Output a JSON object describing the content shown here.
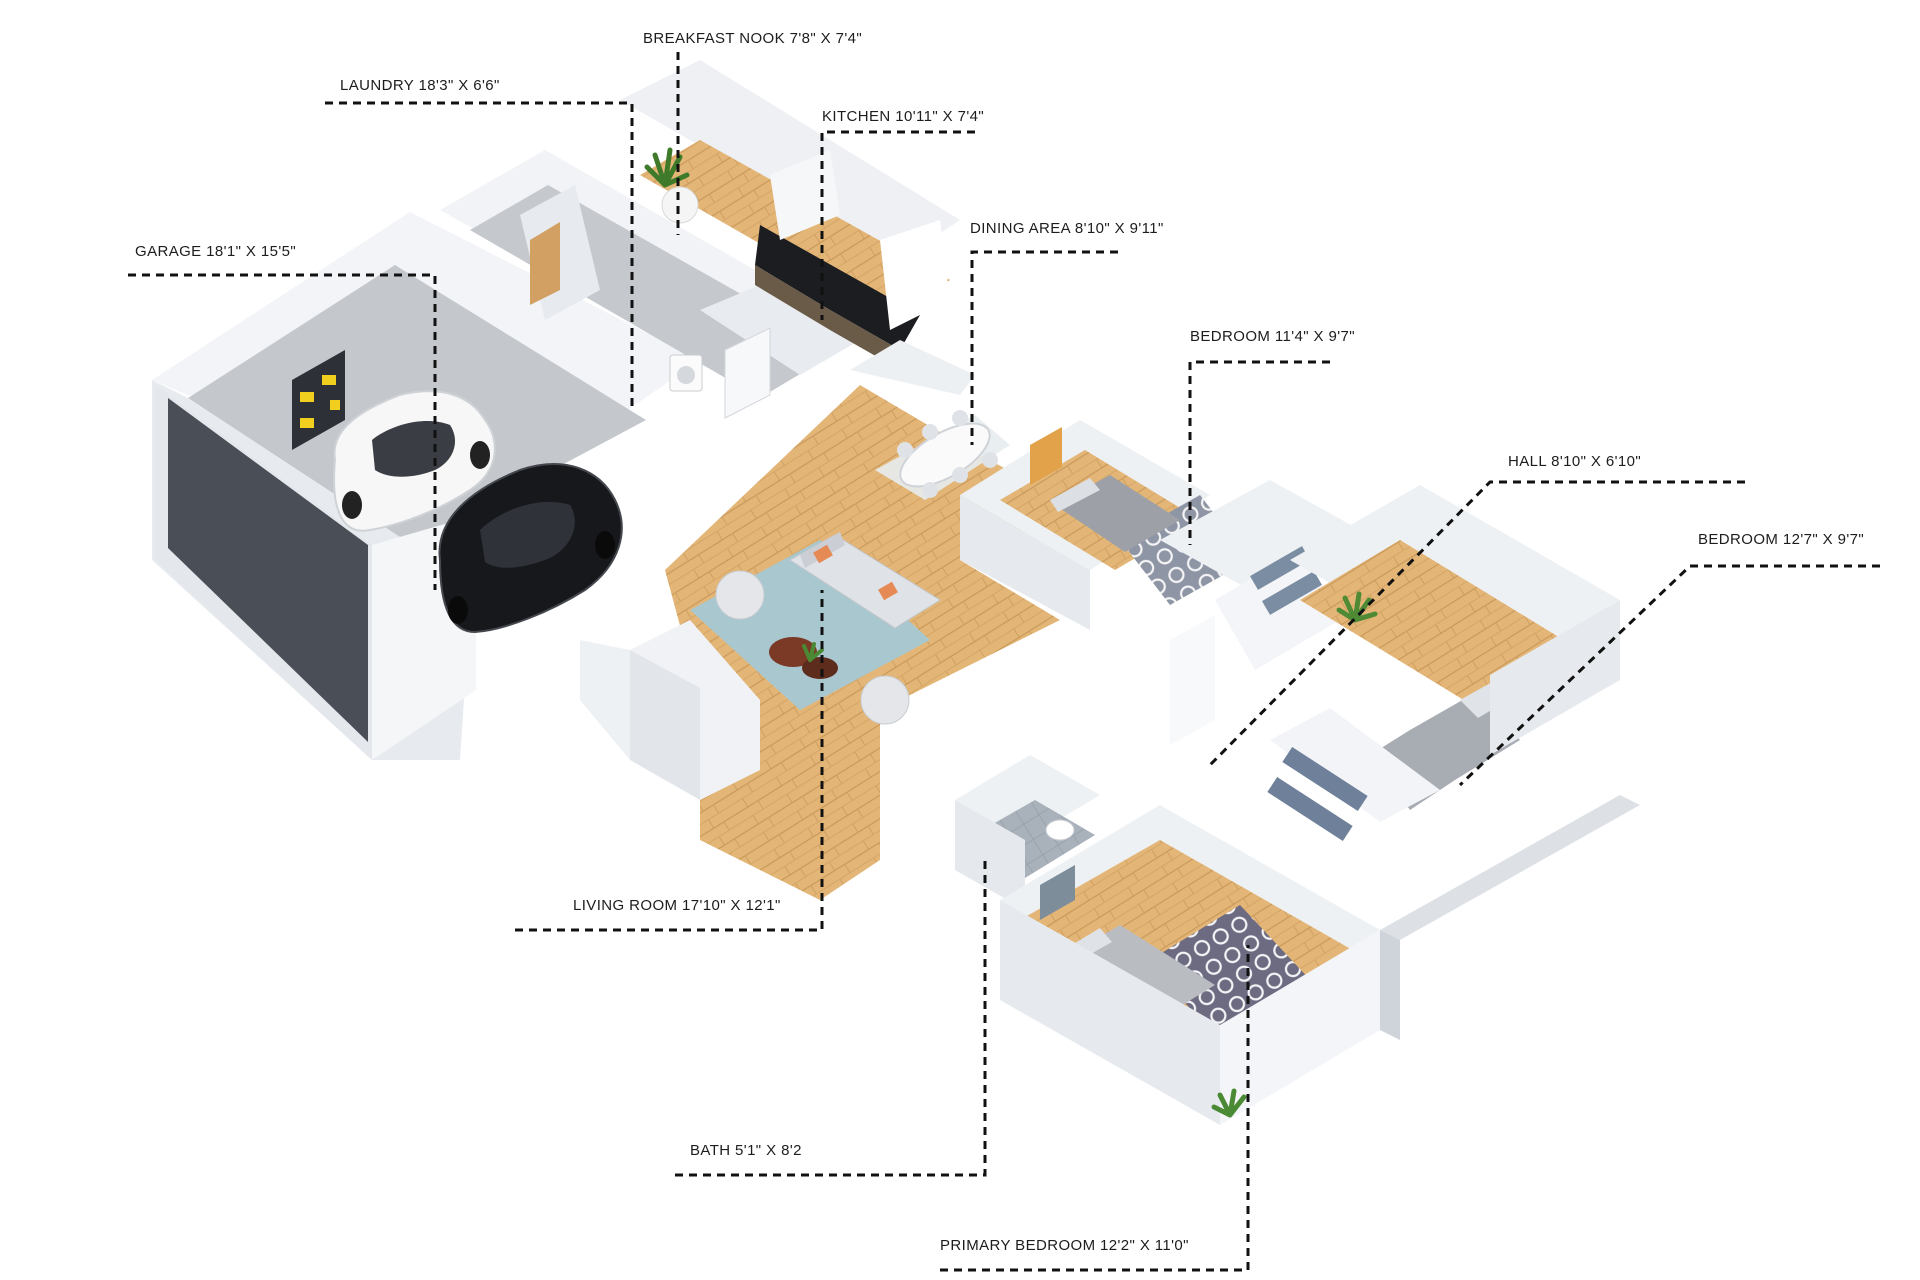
{
  "rooms": [
    {
      "key": "breakfast",
      "label": "BREAKFAST NOOK 7'8\" X 7'4\""
    },
    {
      "key": "laundry",
      "label": "LAUNDRY 18'3\" X 6'6\""
    },
    {
      "key": "kitchen",
      "label": "KITCHEN 10'11\" X 7'4\""
    },
    {
      "key": "dining",
      "label": "DINING AREA 8'10\" X 9'11\""
    },
    {
      "key": "garage",
      "label": "GARAGE 18'1\" X 15'5\""
    },
    {
      "key": "bedroom1",
      "label": "BEDROOM 11'4\" X 9'7\""
    },
    {
      "key": "hall",
      "label": "HALL 8'10\" X 6'10\""
    },
    {
      "key": "bedroom2",
      "label": "BEDROOM 12'7\" X 9'7\""
    },
    {
      "key": "living",
      "label": "LIVING ROOM 17'10\" X 12'1\""
    },
    {
      "key": "bath",
      "label": "BATH 5'1\" X 8'2"
    },
    {
      "key": "primary",
      "label": "PRIMARY BEDROOM 12'2\" X 11'0\""
    }
  ],
  "colors": {
    "wood_floor": "#e2b678",
    "wall": "#f1f3f6",
    "wall_side": "#d9dde3",
    "garage_floor": "#c3c6ca",
    "garage_door": "#4a4e57",
    "car_white": "#f7f7f7",
    "car_black": "#16171b",
    "rug_blue": "#a9c7cf",
    "rug_pattern": "#6c6a80",
    "leader": "#111111"
  },
  "icons": [
    "car-icon",
    "bed-icon",
    "sofa-icon",
    "dining-table-icon",
    "plant-icon",
    "washer-icon"
  ]
}
